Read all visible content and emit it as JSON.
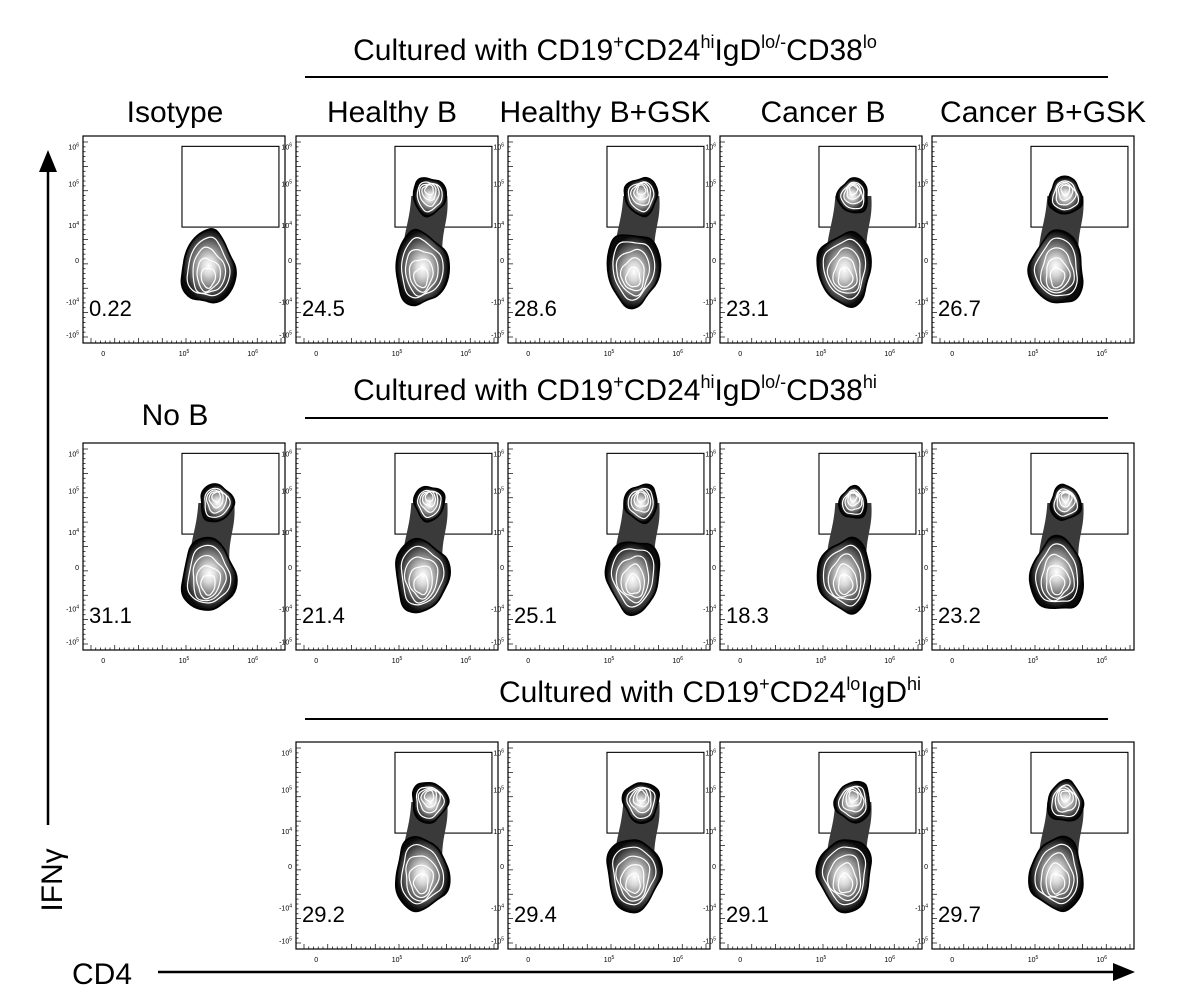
{
  "figure": {
    "y_axis_label": "IFNγ",
    "x_axis_label": "CD4",
    "row_headers": [
      {
        "prefix": "Cultured with CD19",
        "sup1": "+",
        "mid1": "CD24",
        "sup2": "hi",
        "mid2": "IgD",
        "sup3": "lo/-",
        "mid3": "CD38",
        "sup4": "lo"
      },
      {
        "prefix": "Cultured with CD19",
        "sup1": "+",
        "mid1": "CD24",
        "sup2": "hi",
        "mid2": "IgD",
        "sup3": "lo/-",
        "mid3": "CD38",
        "sup4": "hi"
      },
      {
        "prefix": "Cultured with CD19",
        "sup1": "+",
        "mid1": "CD24",
        "sup2": "lo",
        "mid2": "IgD",
        "sup3": "hi",
        "mid3": "",
        "sup4": ""
      }
    ],
    "column_labels": [
      "Healthy B",
      "Healthy B+GSK",
      "Cancer B",
      "Cancer B+GSK"
    ],
    "control_labels": [
      "Isotype",
      "No B"
    ]
  },
  "chart_data": {
    "type": "contour",
    "x_channel": "CD4",
    "y_channel": "IFNγ",
    "x_ticks": [
      "0",
      "10",
      "10"
    ],
    "x_tick_exponents": [
      "",
      "5",
      "6"
    ],
    "y_ticks": [
      "10",
      "10",
      "10",
      "0",
      "-10",
      "-10"
    ],
    "y_tick_exponents": [
      "6",
      "5",
      "4",
      "",
      "4",
      "5"
    ],
    "gate": "IFNγ+ CD4+",
    "panels": [
      {
        "row": 0,
        "label": "Isotype",
        "value": "0.22",
        "populations": [
          {
            "x": 0.62,
            "y": 0.36,
            "size": 1.0
          }
        ]
      },
      {
        "row": 0,
        "label": "Healthy B",
        "value": "24.5",
        "populations": [
          {
            "x": 0.62,
            "y": 0.36,
            "size": 1.0
          },
          {
            "x": 0.66,
            "y": 0.71,
            "size": 0.6
          }
        ]
      },
      {
        "row": 0,
        "label": "Healthy B+GSK",
        "value": "28.6",
        "populations": [
          {
            "x": 0.62,
            "y": 0.36,
            "size": 1.0
          },
          {
            "x": 0.66,
            "y": 0.71,
            "size": 0.6
          }
        ]
      },
      {
        "row": 0,
        "label": "Cancer B",
        "value": "23.1",
        "populations": [
          {
            "x": 0.62,
            "y": 0.36,
            "size": 1.0
          },
          {
            "x": 0.66,
            "y": 0.71,
            "size": 0.55
          }
        ]
      },
      {
        "row": 0,
        "label": "Cancer B+GSK",
        "value": "26.7",
        "populations": [
          {
            "x": 0.62,
            "y": 0.36,
            "size": 1.0
          },
          {
            "x": 0.66,
            "y": 0.71,
            "size": 0.6
          }
        ]
      },
      {
        "row": 1,
        "label": "No B",
        "value": "31.1",
        "populations": [
          {
            "x": 0.62,
            "y": 0.36,
            "size": 1.0
          },
          {
            "x": 0.66,
            "y": 0.71,
            "size": 0.6
          }
        ]
      },
      {
        "row": 1,
        "label": "Healthy B",
        "value": "21.4",
        "populations": [
          {
            "x": 0.62,
            "y": 0.36,
            "size": 1.0
          },
          {
            "x": 0.66,
            "y": 0.71,
            "size": 0.55
          }
        ]
      },
      {
        "row": 1,
        "label": "Healthy B+GSK",
        "value": "25.1",
        "populations": [
          {
            "x": 0.62,
            "y": 0.36,
            "size": 1.0
          },
          {
            "x": 0.66,
            "y": 0.71,
            "size": 0.6
          }
        ]
      },
      {
        "row": 1,
        "label": "Cancer B",
        "value": "18.3",
        "populations": [
          {
            "x": 0.62,
            "y": 0.36,
            "size": 1.0
          },
          {
            "x": 0.66,
            "y": 0.71,
            "size": 0.5
          }
        ]
      },
      {
        "row": 1,
        "label": "Cancer B+GSK",
        "value": "23.2",
        "populations": [
          {
            "x": 0.62,
            "y": 0.36,
            "size": 1.0
          },
          {
            "x": 0.66,
            "y": 0.71,
            "size": 0.55
          }
        ]
      },
      {
        "row": 2,
        "label": "Healthy B",
        "value": "29.2",
        "populations": [
          {
            "x": 0.62,
            "y": 0.36,
            "size": 1.0
          },
          {
            "x": 0.66,
            "y": 0.71,
            "size": 0.65
          }
        ]
      },
      {
        "row": 2,
        "label": "Healthy B+GSK",
        "value": "29.4",
        "populations": [
          {
            "x": 0.62,
            "y": 0.36,
            "size": 1.0
          },
          {
            "x": 0.66,
            "y": 0.71,
            "size": 0.65
          }
        ]
      },
      {
        "row": 2,
        "label": "Cancer B",
        "value": "29.1",
        "populations": [
          {
            "x": 0.62,
            "y": 0.36,
            "size": 1.0
          },
          {
            "x": 0.66,
            "y": 0.71,
            "size": 0.65
          }
        ]
      },
      {
        "row": 2,
        "label": "Cancer B+GSK",
        "value": "29.7",
        "populations": [
          {
            "x": 0.62,
            "y": 0.36,
            "size": 1.0
          },
          {
            "x": 0.66,
            "y": 0.71,
            "size": 0.65
          }
        ]
      }
    ]
  }
}
